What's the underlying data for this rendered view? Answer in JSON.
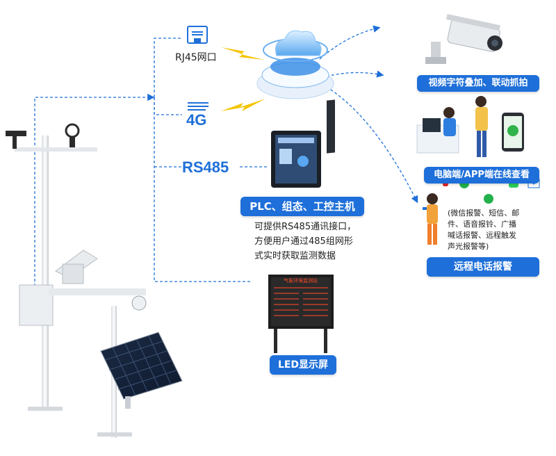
{
  "network": {
    "rj45_label": "RJ45网口",
    "fourg_label": "4G",
    "rs485_label": "RS485"
  },
  "outputs": {
    "camera_label": "视频字符叠加、联动抓拍",
    "pc_app_label": "电脑端/APP端在线查看",
    "alarm_details": [
      "(微信报警、短信、邮",
      "件、语音报铃、广播",
      "喊话报警、远程触发",
      "声光报警等)"
    ],
    "phone_alarm_label": "远程电话报警"
  },
  "plc": {
    "label": "PLC、组态、工控主机",
    "description": [
      "可提供RS485通讯接口，",
      "方便用户通过485组网形",
      "式实时获取监测数据"
    ]
  },
  "led": {
    "label": "LED显示屏",
    "screen_title": "气象环境监测站"
  },
  "colors": {
    "accent": "#1e6fd9",
    "lightning": "#f5c400",
    "led_text": "#ff4a2a"
  }
}
